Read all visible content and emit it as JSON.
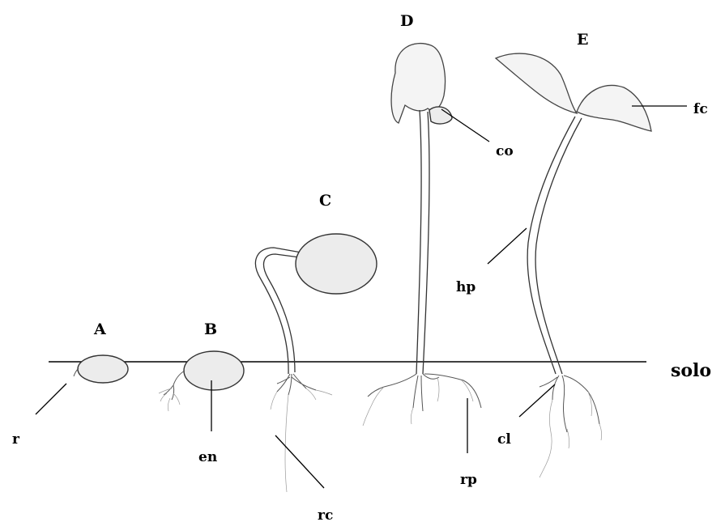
{
  "stages": {
    "A": "A",
    "B": "B",
    "C": "C",
    "D": "D",
    "E": "E"
  },
  "labels": {
    "r": "r",
    "en": "en",
    "rc": "rc",
    "co": "co",
    "rp": "rp",
    "hp": "hp",
    "cl": "cl",
    "fc": "fc",
    "solo": "solo"
  }
}
